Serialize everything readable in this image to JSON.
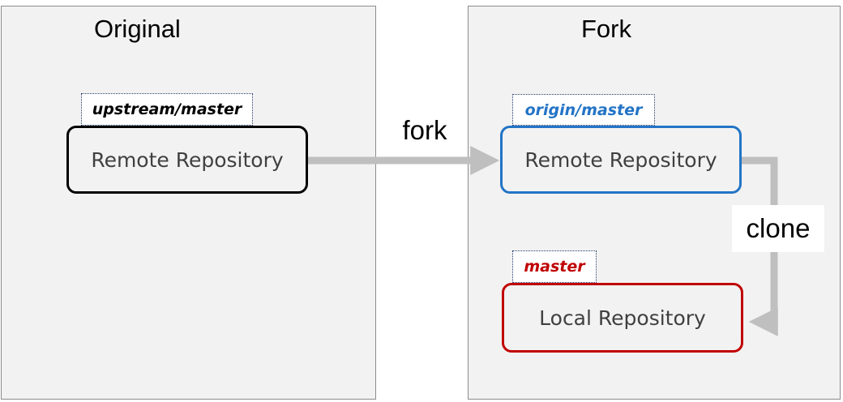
{
  "panels": {
    "original_title": "Original",
    "fork_title": "Fork"
  },
  "repos": {
    "upstream": {
      "branch": "upstream/master",
      "label": "Remote Repository",
      "border_color": "#000000"
    },
    "origin": {
      "branch": "origin/master",
      "label": "Remote Repository",
      "border_color": "#2374c6"
    },
    "local": {
      "branch": "master",
      "label": "Local Repository",
      "border_color": "#c00000"
    }
  },
  "arrows": {
    "fork_label": "fork",
    "clone_label": "clone",
    "arrow_color": "#bfbfbf"
  }
}
